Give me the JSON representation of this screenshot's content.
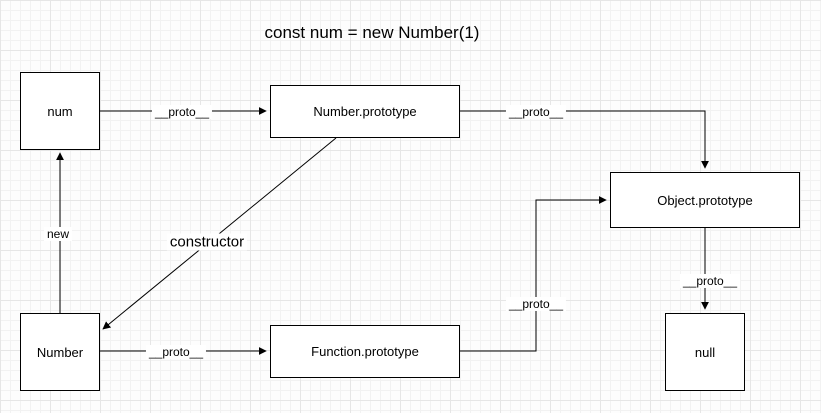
{
  "title": "const num = new Number(1)",
  "nodes": {
    "num": {
      "label": "num"
    },
    "number_prototype": {
      "label": "Number.prototype"
    },
    "object_prototype": {
      "label": "Object.prototype"
    },
    "null_node": {
      "label": "null"
    },
    "function_prototype": {
      "label": "Function.prototype"
    },
    "number": {
      "label": "Number"
    }
  },
  "edge_labels": {
    "num_to_number_prototype": "__proto__",
    "number_prototype_to_object_prototype": "__proto__",
    "object_prototype_to_null": "__proto__",
    "function_prototype_to_object_prototype": "__proto__",
    "number_to_function_prototype": "__proto__",
    "number_to_num": "new",
    "number_prototype_to_number": "constructor"
  }
}
